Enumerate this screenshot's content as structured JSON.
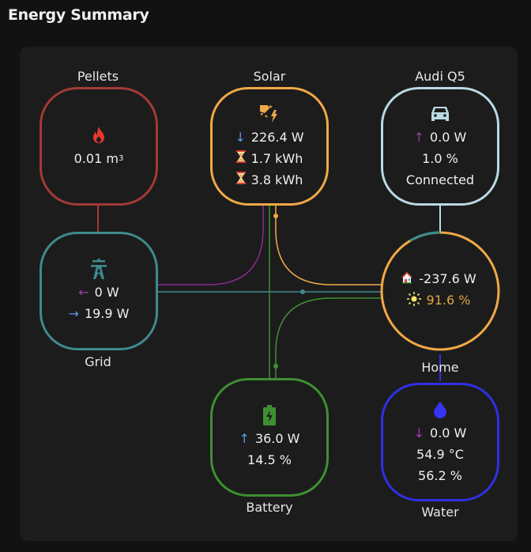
{
  "page": {
    "title": "Energy Summary"
  },
  "colors": {
    "pellets": "#a33a35",
    "solar": "#f0a946",
    "car": "#b9d9e3",
    "grid": "#3f8a8e",
    "home": "#f0a946",
    "battery": "#3f8f33",
    "water": "#2f2fe6",
    "import_arrow": "#5a9be8",
    "export_arrow": "#9b3fa8"
  },
  "nodes": {
    "pellets": {
      "label": "Pellets",
      "icon": "fire-icon",
      "value": "0.01 m",
      "unit_sup": "3"
    },
    "solar": {
      "label": "Solar",
      "icon": "solar-power-icon",
      "power_arrow": "↓",
      "power": "226.4 W",
      "energy_today": "1.7 kWh",
      "energy_total": "3.8 kWh",
      "energy_icon": "hourglass-icon"
    },
    "car": {
      "label": "Audi Q5",
      "icon": "car-icon",
      "power_arrow": "↑",
      "power": "0.0 W",
      "soc": "1.0 %",
      "status": "Connected"
    },
    "grid": {
      "label": "Grid",
      "icon": "transmission-tower-icon",
      "export_arrow": "←",
      "export": "0 W",
      "import_arrow": "→",
      "import": "19.9 W"
    },
    "home": {
      "label": "Home",
      "icon": "house-icon",
      "power": "-237.6 W",
      "self_icon": "sun-icon",
      "self_sufficiency": "91.6 %",
      "ring_fraction_grid": 0.084,
      "ring_fraction_solar": 0.916
    },
    "battery": {
      "label": "Battery",
      "icon": "battery-charging-icon",
      "power_arrow": "↑",
      "power": "36.0 W",
      "soc": "14.5 %"
    },
    "water": {
      "label": "Water",
      "icon": "water-drop-icon",
      "power_arrow": "↓",
      "power": "0.0 W",
      "temperature": "54.9 °C",
      "level": "56.2 %"
    }
  }
}
